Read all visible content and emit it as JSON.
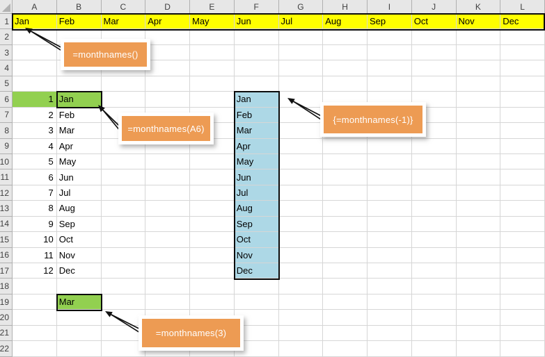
{
  "colors": {
    "highlight_yellow": "#FFFF00",
    "highlight_green": "#92D050",
    "highlight_blue": "#ADD8E6",
    "callout_orange": "#ED9B53",
    "arrow_black": "#111111"
  },
  "sheet": {
    "column_headers": [
      "A",
      "B",
      "C",
      "D",
      "E",
      "F",
      "G",
      "H",
      "I",
      "J",
      "K",
      "L"
    ],
    "row_headers": [
      "1",
      "2",
      "3",
      "4",
      "5",
      "6",
      "7",
      "8",
      "9",
      "10",
      "11",
      "12",
      "13",
      "14",
      "15",
      "16",
      "17",
      "18",
      "19",
      "20",
      "21",
      "22"
    ],
    "regions": [
      {
        "id": "row1-month-array",
        "start": "A1",
        "direction": "row",
        "align": "left",
        "fill": "#FFFF00",
        "values": [
          "Jan",
          "Feb",
          "Mar",
          "Apr",
          "May",
          "Jun",
          "Jul",
          "Aug",
          "Sep",
          "Oct",
          "Nov",
          "Dec"
        ]
      },
      {
        "id": "colA-index-numbers",
        "start": "A6",
        "direction": "col",
        "align": "right",
        "fill": null,
        "values": [
          "1",
          "2",
          "3",
          "4",
          "5",
          "6",
          "7",
          "8",
          "9",
          "10",
          "11",
          "12"
        ]
      },
      {
        "id": "colB-month-list",
        "start": "B6",
        "direction": "col",
        "align": "left",
        "fill": null,
        "values": [
          "Jan",
          "Feb",
          "Mar",
          "Apr",
          "May",
          "Jun",
          "Jul",
          "Aug",
          "Sep",
          "Oct",
          "Nov",
          "Dec"
        ]
      },
      {
        "id": "colF-month-array",
        "start": "F6",
        "direction": "col",
        "align": "left",
        "fill": "#ADD8E6",
        "values": [
          "Jan",
          "Feb",
          "Mar",
          "Apr",
          "May",
          "Jun",
          "Jul",
          "Aug",
          "Sep",
          "Oct",
          "Nov",
          "Dec"
        ]
      },
      {
        "id": "b19-single-month",
        "start": "B19",
        "direction": "col",
        "align": "left",
        "fill": "#92D050",
        "values": [
          "Mar"
        ]
      }
    ],
    "extra_fills": [
      {
        "cell": "A6",
        "fill": "#92D050"
      },
      {
        "cell": "B6",
        "fill": "#92D050"
      }
    ]
  },
  "callouts": [
    {
      "id": "monthnames-default",
      "label": "=monthnames()"
    },
    {
      "id": "monthnames-a6",
      "label": "=monthnames(A6)"
    },
    {
      "id": "monthnames-array",
      "label": "{=monthnames(-1)}"
    },
    {
      "id": "monthnames-3",
      "label": "=monthnames(3)"
    }
  ]
}
